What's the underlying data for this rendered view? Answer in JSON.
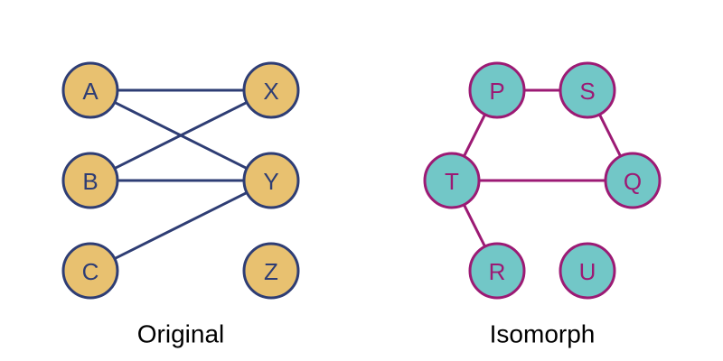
{
  "graphs": [
    {
      "id": "original",
      "caption": "Original",
      "node_fill": "#e8c170",
      "stroke_color": "#2e3d74",
      "label_color": "#2e3d74",
      "nodes": [
        "A",
        "B",
        "C",
        "X",
        "Y",
        "Z"
      ],
      "edges": [
        [
          "A",
          "X"
        ],
        [
          "A",
          "Y"
        ],
        [
          "B",
          "X"
        ],
        [
          "B",
          "Y"
        ],
        [
          "C",
          "Y"
        ]
      ]
    },
    {
      "id": "isomorph",
      "caption": "Isomorph",
      "node_fill": "#72c7c7",
      "stroke_color": "#9c1a74",
      "label_color": "#9c1a74",
      "nodes": [
        "P",
        "S",
        "T",
        "Q",
        "R",
        "U"
      ],
      "edges": [
        [
          "P",
          "S"
        ],
        [
          "P",
          "T"
        ],
        [
          "S",
          "Q"
        ],
        [
          "T",
          "Q"
        ],
        [
          "T",
          "R"
        ]
      ]
    }
  ]
}
